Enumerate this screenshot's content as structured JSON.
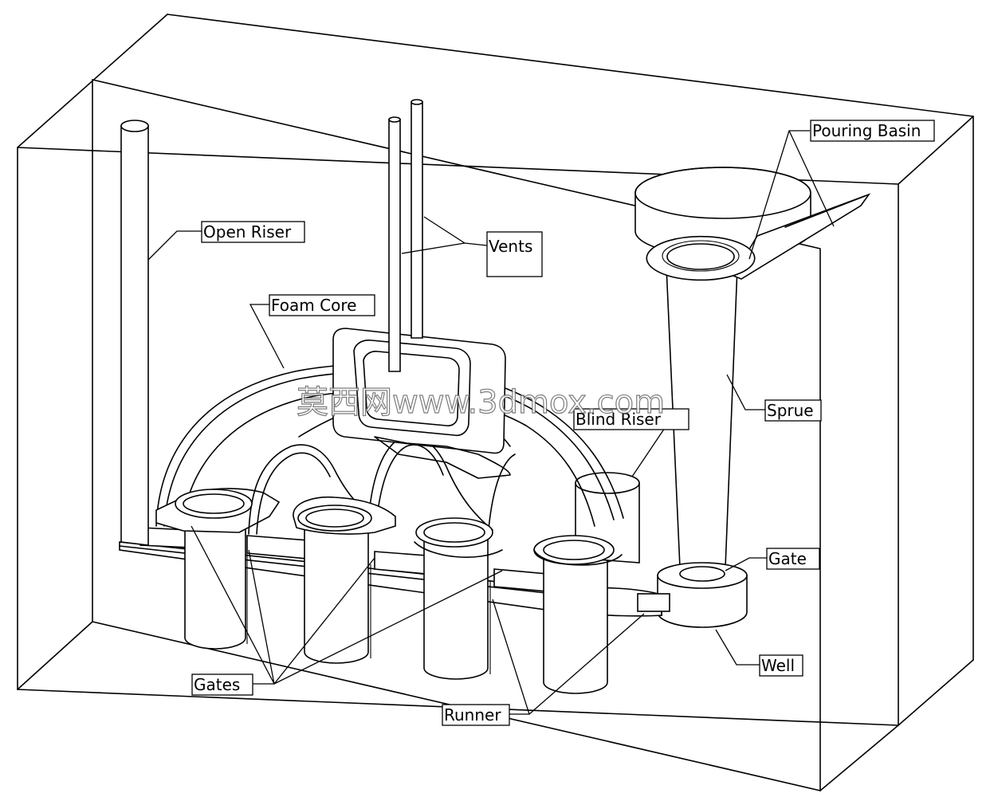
{
  "diagram": {
    "labels": {
      "pouring_basin": "Pouring Basin",
      "open_riser": "Open Riser",
      "vents": "Vents",
      "foam_core": "Foam Core",
      "blind_riser": "Blind Riser",
      "sprue": "Sprue",
      "gate": "Gate",
      "well": "Well",
      "gates": "Gates",
      "runner": "Runner"
    },
    "watermark": "莫西网www.3dmox.com"
  }
}
